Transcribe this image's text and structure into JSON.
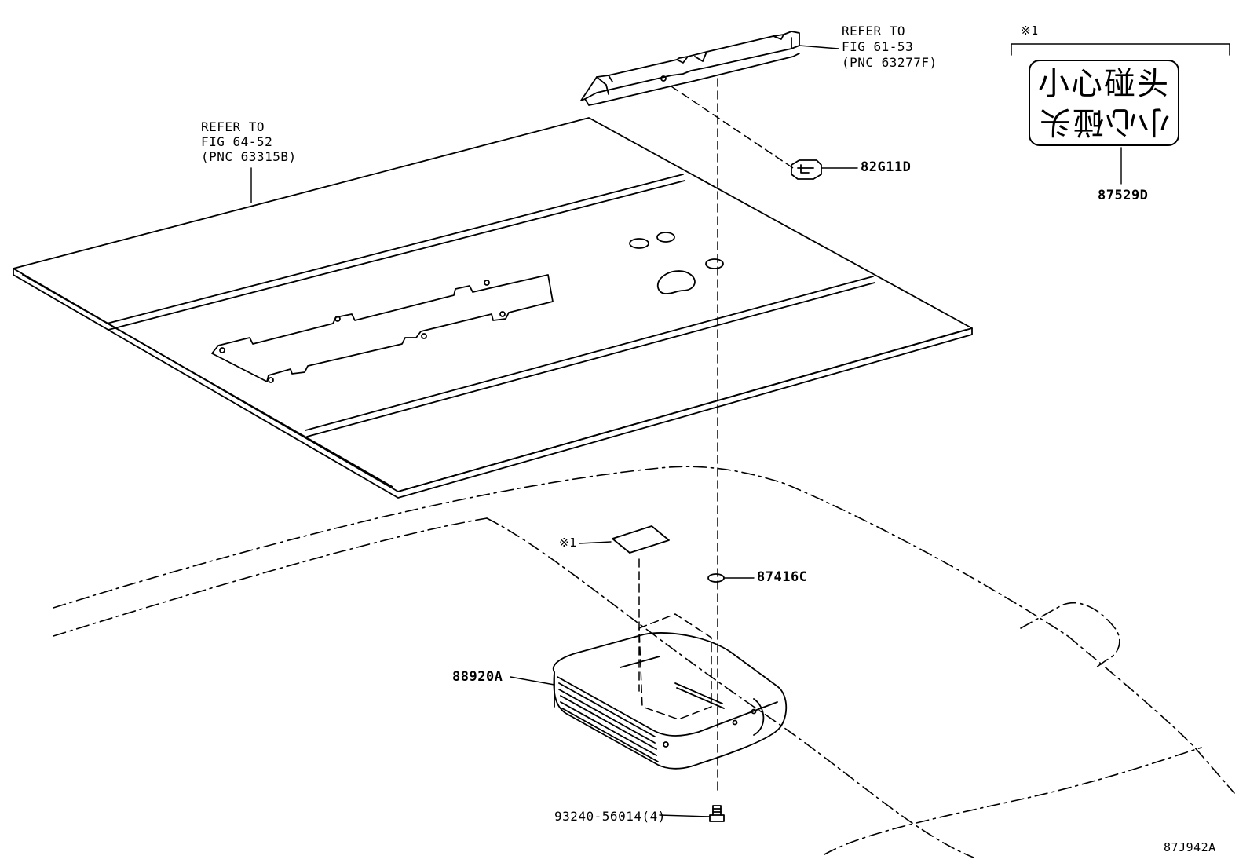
{
  "refs": {
    "headliner": {
      "line1": "REFER TO",
      "line2": "FIG 64-52",
      "line3": "(PNC 63315B)"
    },
    "reinforcement": {
      "line1": "REFER TO",
      "line2": "FIG 61-53",
      "line3": "(PNC 63277F)"
    }
  },
  "parts": {
    "clip": "82G11D",
    "label_part": "87529D",
    "spacer": "87416C",
    "display": "88920A",
    "screw": "93240-56014(4)"
  },
  "callout": {
    "mark": "※1"
  },
  "caution_label": {
    "text_top": "小心碰头",
    "text_bottom": "小心碰头"
  },
  "diagram_id": "87J942A"
}
